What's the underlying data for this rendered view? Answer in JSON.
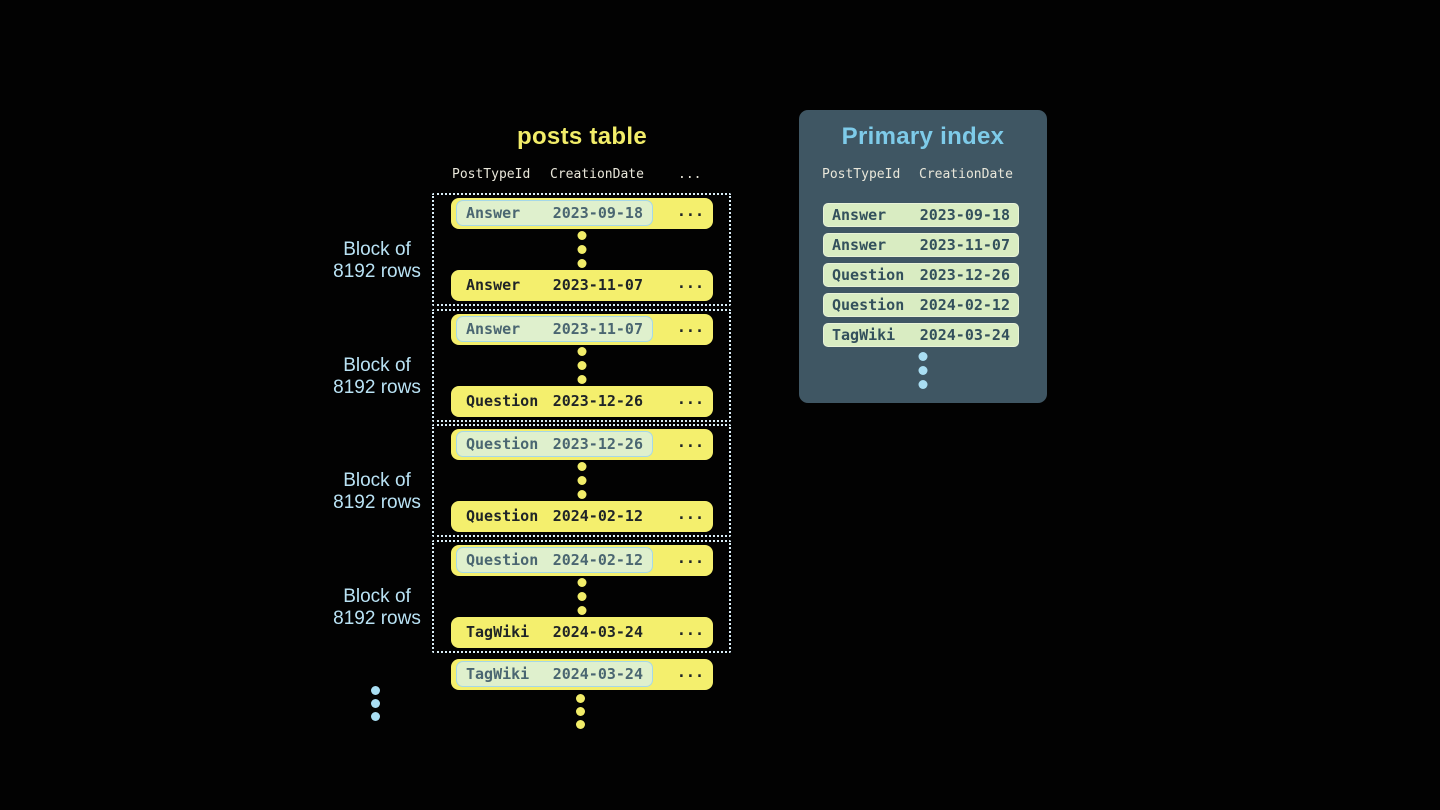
{
  "colors": {
    "background": "#020202",
    "row_yellow": "#f4ef6d",
    "row_text_dark": "#1f2427",
    "highlight_green": "#dff0cd",
    "highlight_border_blue": "#a5d8e9",
    "highlight_text_slate": "#4a6671",
    "block_dotted_outline": "#d9edf6",
    "block_label_blue": "#b9e2f4",
    "column_header_light": "#e9e7da",
    "title_yellow": "#f2ed69",
    "panel_background": "#3f5663",
    "panel_title_blue": "#7ecbe9",
    "index_row_green": "#d9ecc2",
    "index_row_text": "#33505c",
    "blue_dot": "#a9def3"
  },
  "posts_table": {
    "title": "posts table",
    "columns": [
      "PostTypeId",
      "CreationDate",
      "..."
    ],
    "row_ellipsis": "...",
    "blocks": [
      {
        "label_lines": [
          "Block of",
          "8192 rows"
        ],
        "first_row": {
          "post_type": "Answer",
          "creation_date": "2023-09-18"
        },
        "last_row": {
          "post_type": "Answer",
          "creation_date": "2023-11-07"
        }
      },
      {
        "label_lines": [
          "Block of",
          "8192 rows"
        ],
        "first_row": {
          "post_type": "Answer",
          "creation_date": "2023-11-07"
        },
        "last_row": {
          "post_type": "Question",
          "creation_date": "2023-12-26"
        }
      },
      {
        "label_lines": [
          "Block of",
          "8192 rows"
        ],
        "first_row": {
          "post_type": "Question",
          "creation_date": "2023-12-26"
        },
        "last_row": {
          "post_type": "Question",
          "creation_date": "2024-02-12"
        }
      },
      {
        "label_lines": [
          "Block of",
          "8192 rows"
        ],
        "first_row": {
          "post_type": "Question",
          "creation_date": "2024-02-12"
        },
        "last_row": {
          "post_type": "TagWiki",
          "creation_date": "2024-03-24"
        }
      }
    ],
    "next_block_first_row": {
      "post_type": "TagWiki",
      "creation_date": "2024-03-24"
    }
  },
  "primary_index": {
    "title": "Primary index",
    "columns": [
      "PostTypeId",
      "CreationDate"
    ],
    "rows": [
      {
        "post_type": "Answer",
        "creation_date": "2023-09-18"
      },
      {
        "post_type": "Answer",
        "creation_date": "2023-11-07"
      },
      {
        "post_type": "Question",
        "creation_date": "2023-12-26"
      },
      {
        "post_type": "Question",
        "creation_date": "2024-02-12"
      },
      {
        "post_type": "TagWiki",
        "creation_date": "2024-03-24"
      }
    ]
  }
}
